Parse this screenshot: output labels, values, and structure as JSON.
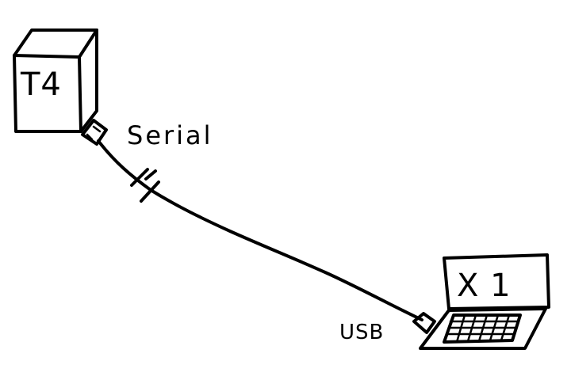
{
  "nodes": {
    "t4": {
      "label": "T4"
    },
    "x1": {
      "label": "X 1"
    }
  },
  "link": {
    "serial_label": "Serial",
    "usb_label": "USB"
  }
}
